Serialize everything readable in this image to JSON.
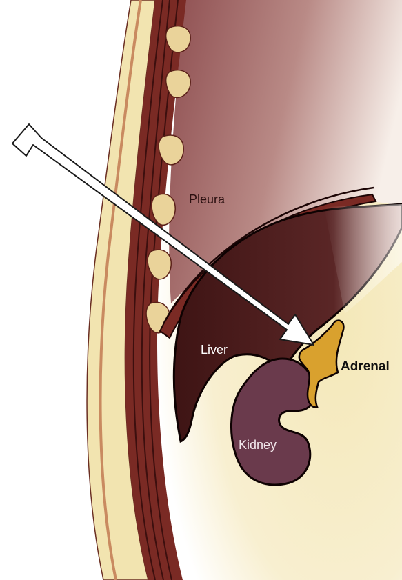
{
  "labels": {
    "pleura": "Pleura",
    "liver": "Liver",
    "adrenal": "Adrenal",
    "kidney": "Kidney"
  },
  "colors": {
    "skin": "#f3e6bc",
    "muscle": "#7a2a24",
    "pleura_cavity": "#a06a6a",
    "liver": "#4a1b1b",
    "kidney": "#6a3848",
    "adrenal": "#d9a12e",
    "vertebra": "#e9d49a",
    "arrow": "#ffffff"
  }
}
